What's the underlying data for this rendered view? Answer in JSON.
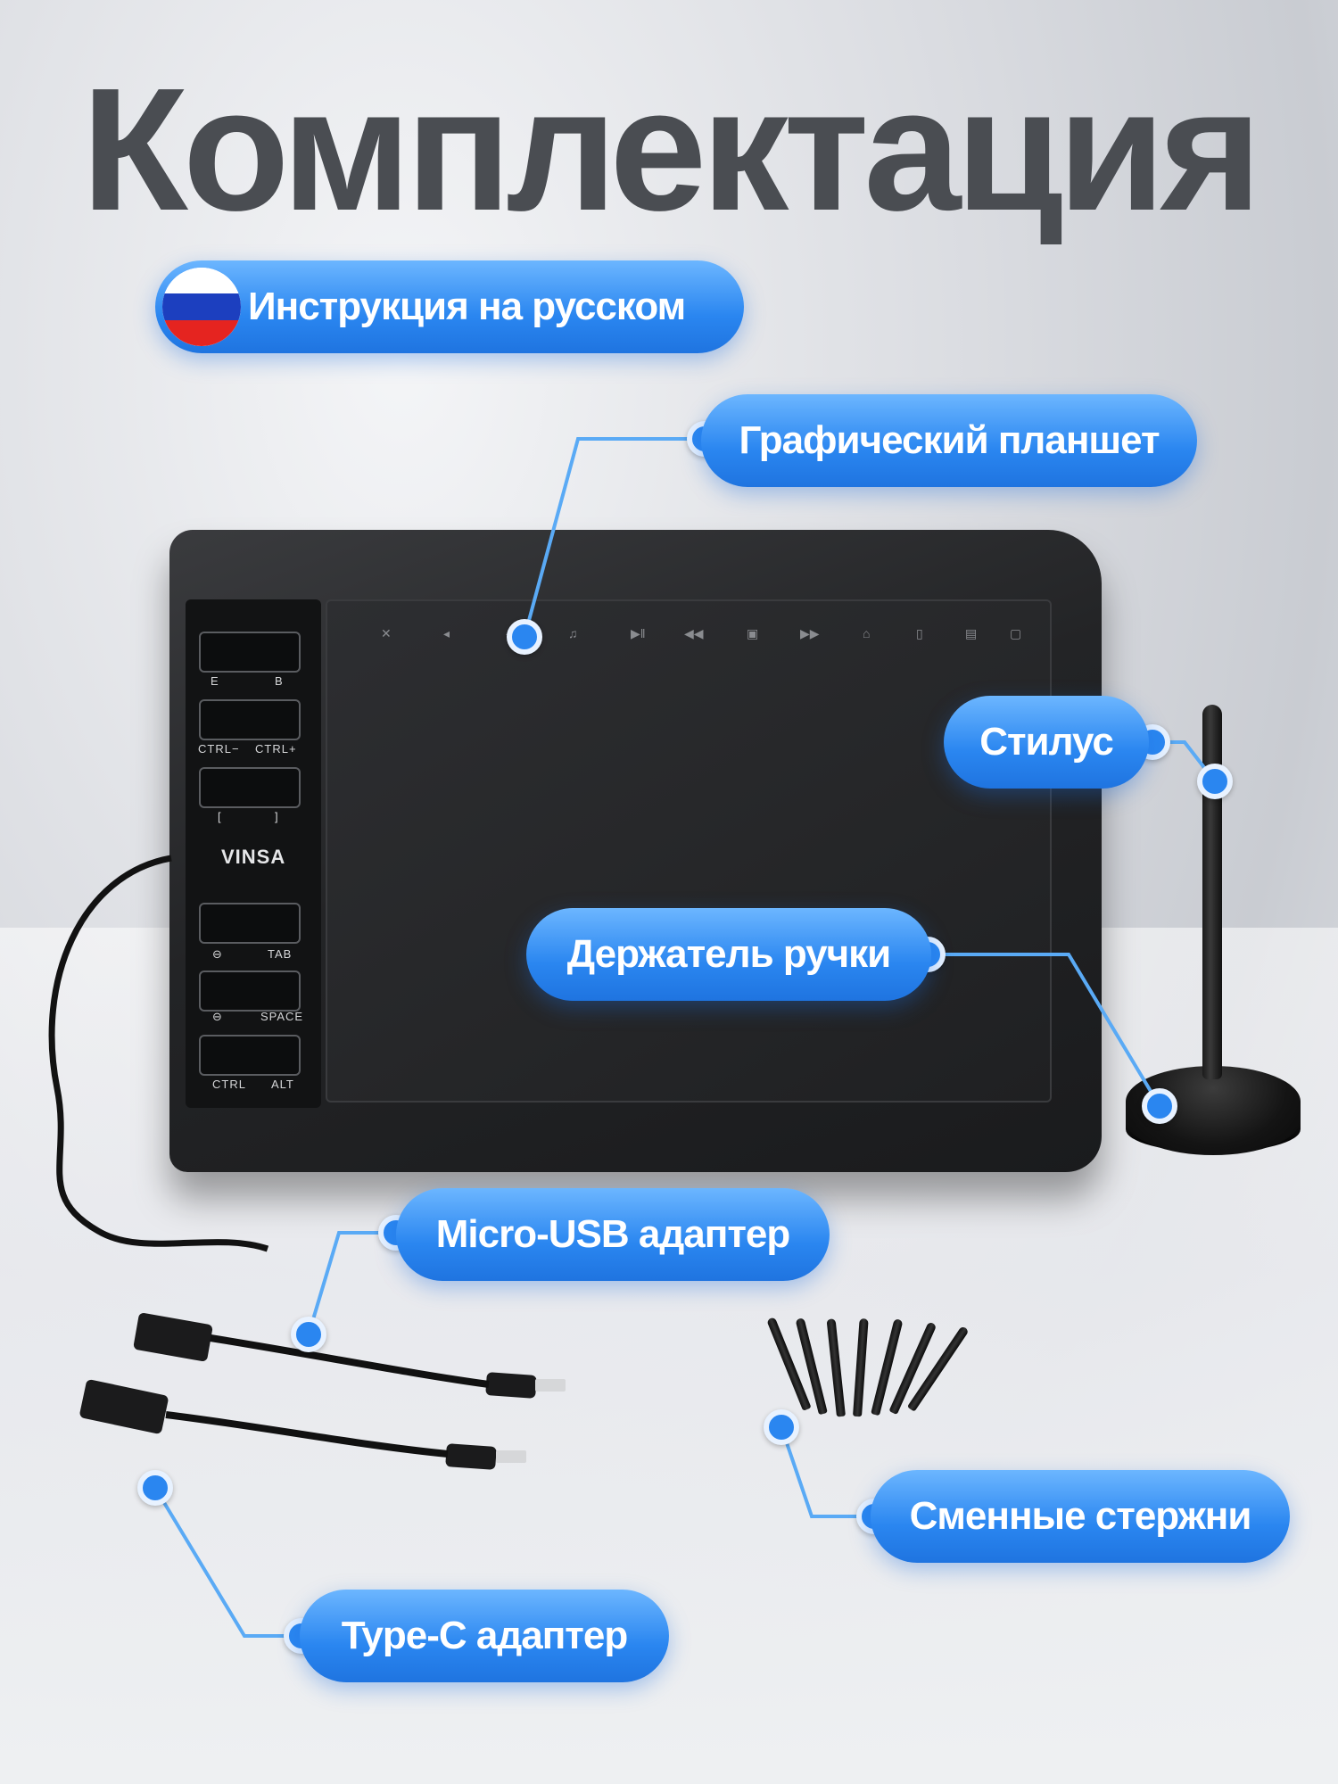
{
  "title": "Комплектация",
  "badge": {
    "label": "Инструкция на русском",
    "flag_colors": [
      "#ffffff",
      "#1c3fbf",
      "#e52420"
    ]
  },
  "callouts": {
    "tablet": "Графический планшет",
    "stylus": "Стилус",
    "holder": "Держатель ручки",
    "micro_usb": "Micro-USB адаптер",
    "nibs": "Сменные стержни",
    "type_c": "Type-C адаптер"
  },
  "tablet": {
    "brand": "VINSA",
    "key_labels": [
      {
        "left": "E",
        "right": "B"
      },
      {
        "left": "CTRL−",
        "right": "CTRL+"
      },
      {
        "left": "[",
        "right": "]"
      },
      {
        "left": "⊖",
        "right": "TAB"
      },
      {
        "left": "⊖",
        "right": "SPACE"
      },
      {
        "left": "CTRL",
        "right": "ALT"
      }
    ]
  },
  "accent_color": "#2a86f0"
}
